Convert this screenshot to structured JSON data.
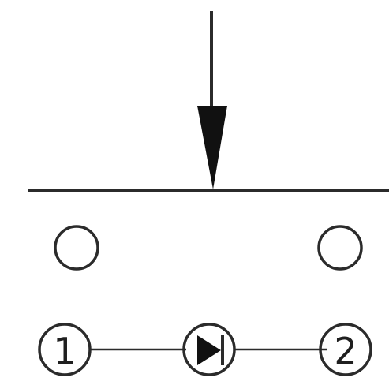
{
  "diagram": {
    "symbol": "push-button-switch-normally-open",
    "colors": {
      "stroke": "#2b2b2b",
      "fill": "#ffffff"
    },
    "terminals": [
      {
        "id": "terminal-1",
        "label": "1"
      },
      {
        "id": "terminal-2",
        "label": "2"
      }
    ],
    "center_icon": "play-triangle-icon"
  }
}
